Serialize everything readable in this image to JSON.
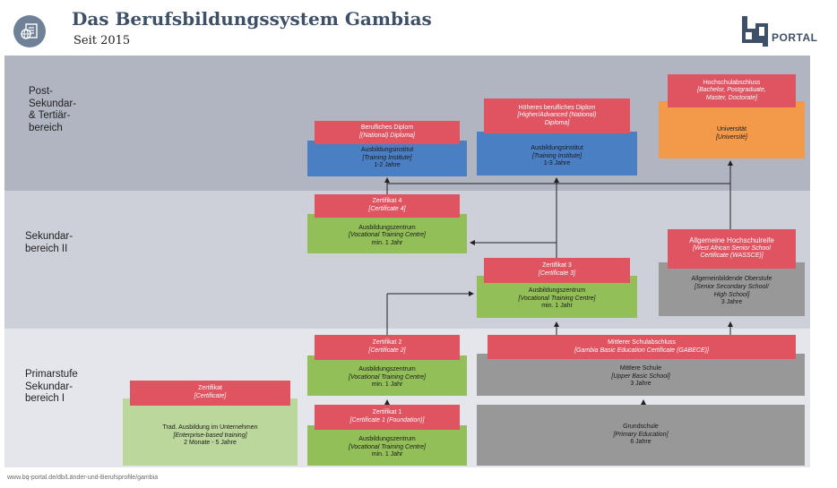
{
  "header": {
    "icon": "globe-document-icon",
    "title": "Das Berufsbildungssystem Gambias",
    "subtitle": "Seit 2015",
    "logo_text": "PORTAL"
  },
  "levels": {
    "tertiary": "Post-\nSekundar-\n& Tertiär-\nbereich",
    "secondary2": "Sekundar-\nbereich II",
    "primary": "Primarstufe\nSekundar-\nbereich I"
  },
  "boxes": {
    "dipl_national_head": {
      "de": "Berufliches Diplom",
      "en": "[(National) Diploma]"
    },
    "training_inst_1": {
      "de": "Ausbildungsinstitut",
      "en": "[Training Institute]",
      "dur": "1-2 Jahre"
    },
    "dipl_higher_head": {
      "de": "Höheres berufliches Diplom",
      "en1": "[Higher/Advanced (National)",
      "en2": "Diploma]"
    },
    "training_inst_2": {
      "de": "Ausbildungsinstitut",
      "en": "[Training Institute]",
      "dur": "1-3 Jahre"
    },
    "uni_head": {
      "de": "Hochschulabschluss",
      "en1": "[Bachelor, Postgraduate,",
      "en2": "Master, Doctorate]"
    },
    "uni": {
      "de": "Universität",
      "en": "[Université]"
    },
    "cert4_head": {
      "de": "Zertifikat 4",
      "en": "[Certificate 4]"
    },
    "vtc_4": {
      "de": "Ausbildungszentrum",
      "en": "[Vocational Training Centre]",
      "dur": "min. 1 Jahr"
    },
    "cert3_head": {
      "de": "Zertifikat 3",
      "en": "[Certificate 3]"
    },
    "vtc_3": {
      "de": "Ausbildungszentrum",
      "en": "[Vocational Training Centre]",
      "dur": "min. 1 Jahr"
    },
    "wassce_head": {
      "de": "Allgemeine Hochschulreife",
      "en1": "[West African Senior School",
      "en2": "Certificate (WASSCE)]"
    },
    "senior_sec": {
      "de": "Allgemeinbildende Oberstufe",
      "en1": "[Senior Secondary School/",
      "en2": "High School]",
      "dur": "3 Jahre"
    },
    "cert2_head": {
      "de": "Zertifikat 2",
      "en": "[Certificate 2]"
    },
    "vtc_2": {
      "de": "Ausbildungszentrum",
      "en": "[Vocational Training Centre]",
      "dur": "min. 1 Jahr"
    },
    "gabece_head": {
      "de": "Mittlerer Schulabschluss",
      "en": "[Gambia Basic Education Certificate (GABECE)]"
    },
    "upper_basic": {
      "de": "Mittlere Schule",
      "en": "[Upper Basic School]",
      "dur": "3 Jahre"
    },
    "cert1_head": {
      "de": "Zertifikat 1",
      "en": "[Certificate 1 (Foundation)]"
    },
    "vtc_1": {
      "de": "Ausbildungszentrum",
      "en": "[Vocational Training Centre]",
      "dur": "min. 1 Jahr"
    },
    "cert_head": {
      "de": "Zertifikat",
      "en": "[Certificate]"
    },
    "enterprise": {
      "de": "Trad. Ausbildung im Unternehmen",
      "en": "[Enterprise-based training]",
      "dur": "2 Monate - 5 Jahre"
    },
    "primary": {
      "de": "Grundschule",
      "en": "[Primary Education]",
      "dur": "6 Jahre"
    }
  },
  "footer": "www.bq-portal.de/db/Länder-und-Berufsprofile/gambia",
  "colors": {
    "certificate_red": "#e05360",
    "institute_blue": "#4a7fc4",
    "vocational_green": "#93bf58",
    "enterprise_light_green": "#bcd79c",
    "general_gray": "#989898",
    "university_orange": "#f29a4a"
  }
}
